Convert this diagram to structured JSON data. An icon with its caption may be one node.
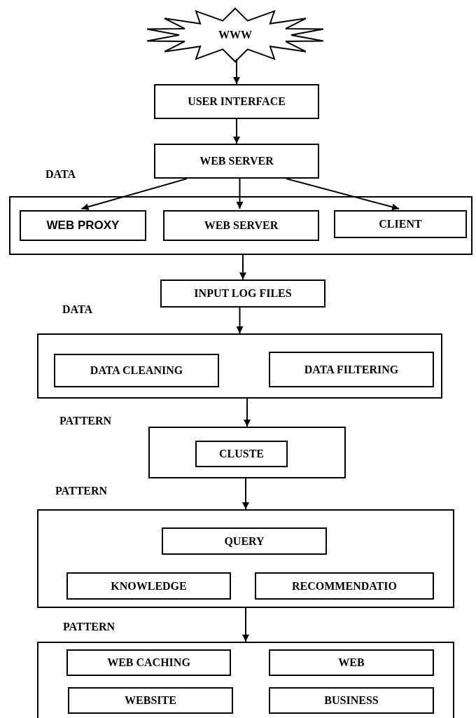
{
  "diagram": {
    "nodes": [
      {
        "text": [
          "WWW"
        ]
      },
      {
        "text": [
          "USER INTERFACE"
        ]
      },
      {
        "text": [
          "WEB SERVER"
        ]
      },
      {
        "text": [],
        "shape": "box"
      },
      {
        "text": [
          "WEB PROXY"
        ],
        "in": 3
      },
      {
        "text": [
          "WEB SERVER"
        ],
        "in": 3
      },
      {
        "text": [
          "CLIENT"
        ],
        "in": 3
      },
      {
        "text": [
          "INPUT LOG FILES"
        ]
      },
      {
        "text": [],
        "shape": "box"
      },
      {
        "text": [
          "DATA CLEANING"
        ],
        "in": 8
      },
      {
        "text": [
          "DATA FILTERING"
        ],
        "in": 8
      },
      {
        "text": [],
        "shape": "box"
      },
      {
        "text": [
          "CLUSTE"
        ],
        "in": 11
      },
      {
        "text": [],
        "shape": "box"
      },
      {
        "text": [
          "QUERY"
        ],
        "in": 13
      },
      {
        "text": [
          "KNOWLEDGE"
        ],
        "in": 13
      },
      {
        "text": [
          "RECOMMENDATIO"
        ],
        "in": 13
      },
      {
        "text": [],
        "shape": "box"
      },
      {
        "text": [
          "WEB CACHING"
        ],
        "in": 17
      },
      {
        "text": [
          "WEB"
        ],
        "in": 17
      },
      {
        "text": [
          "WEBSITE"
        ],
        "in": 17
      },
      {
        "text": [
          "BUSINESS"
        ],
        "in": 17
      }
    ],
    "edges": [
      {
        "from": 0,
        "to": 1,
        "arrow": "to"
      },
      {
        "from": 1,
        "to": 2,
        "arrow": "to"
      },
      {
        "from": 2,
        "to": 4,
        "arrow": "to"
      },
      {
        "from": 2,
        "to": 5,
        "arrow": "to"
      },
      {
        "from": 2,
        "to": 6,
        "arrow": "to"
      },
      {
        "from": 3,
        "to": 7,
        "arrow": "to"
      },
      {
        "from": 7,
        "to": 8,
        "arrow": "to"
      },
      {
        "from": 8,
        "to": 11,
        "arrow": "to"
      },
      {
        "from": 11,
        "to": 13,
        "arrow": "to"
      },
      {
        "from": 13,
        "to": 17,
        "arrow": "to"
      }
    ],
    "labels": [
      "DATA",
      "DATA",
      "PATTERN",
      "PATTERN",
      "PATTERN"
    ]
  }
}
